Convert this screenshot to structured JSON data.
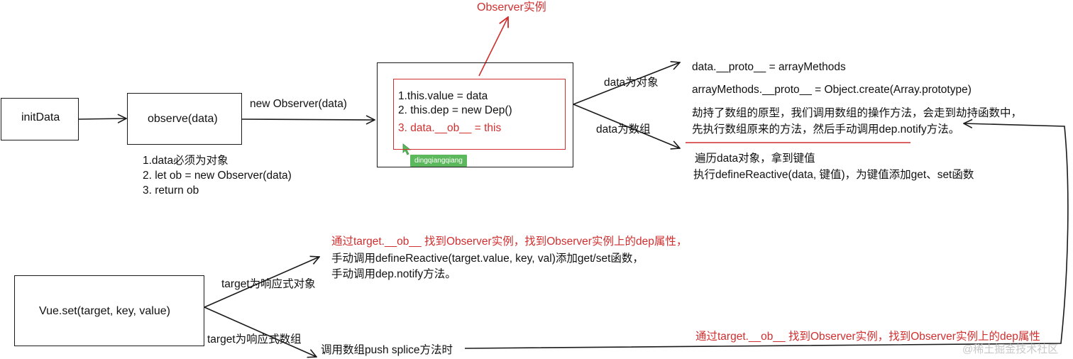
{
  "nodes": {
    "init_data": "initData",
    "observe": "observe(data)",
    "vue_set": "Vue.set(target, key, value)"
  },
  "edges": {
    "new_observer": "new Observer(data)",
    "is_object": "data为对象",
    "is_array": "data为数组",
    "target_reactive_object": "target为响应式对象",
    "target_reactive_array": "target为响应式数组"
  },
  "observe_notes": [
    "1.data必须为对象",
    "2. let ob = new Observer(data)",
    "3. return ob"
  ],
  "observer_box": {
    "title": "Observer实例",
    "lines": [
      "1.this.value = data",
      "2. this.dep = new Dep()"
    ],
    "highlight_line": "3. data.__ob__ = this",
    "cursor_tag": "dingqiangqiang"
  },
  "object_branch": {
    "lines": [
      "遍历data对象，拿到键值",
      "执行defineReactive(data, 键值)，为键值添加get、set函数"
    ]
  },
  "array_branch": {
    "proto_lines": [
      "data.__proto__ = arrayMethods",
      "arrayMethods.__proto__ = Object.create(Array.prototype)"
    ],
    "hijack_lines": [
      "劫持了数组的原型，我们调用数组的操作方法，会走到劫持函数中，",
      "先执行数组原来的方法，然后手动调用dep.notify方法。"
    ]
  },
  "set_object_branch": {
    "red_line": "通过target.__ob__ 找到Observer实例，找到Observer实例上的dep属性，",
    "lines": [
      "手动调用defineReactive(target.value, key, val)添加get/set函数，",
      "手动调用dep.notify方法。"
    ]
  },
  "set_array_branch": {
    "call_text": "调用数组push splice方法时",
    "red_note": "通过target.__ob__ 找到Observer实例，找到Observer实例上的dep属性"
  },
  "watermark": "@稀土掘金技术社区",
  "colors": {
    "accent_red": "#d02f2f",
    "tag_green": "#5cb85c",
    "stroke": "#1a1a1a"
  }
}
